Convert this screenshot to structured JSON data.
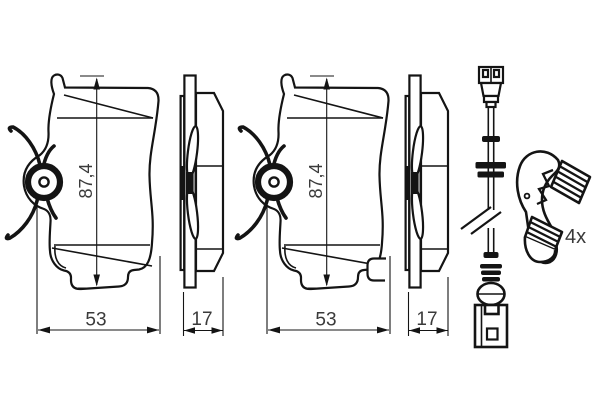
{
  "drawing": {
    "background_color": "#ffffff",
    "line_color": "#141414",
    "text_color": "#3a3a3a",
    "pad_front_left": {
      "height_dim": "87,4",
      "width_dim": "53"
    },
    "pad_front_right": {
      "height_dim": "87,4",
      "width_dim": "53"
    },
    "pad_side_left": {
      "thickness_dim": "17"
    },
    "pad_side_right": {
      "thickness_dim": "17"
    },
    "retaining_clip": {
      "quantity_label": "4x"
    }
  }
}
